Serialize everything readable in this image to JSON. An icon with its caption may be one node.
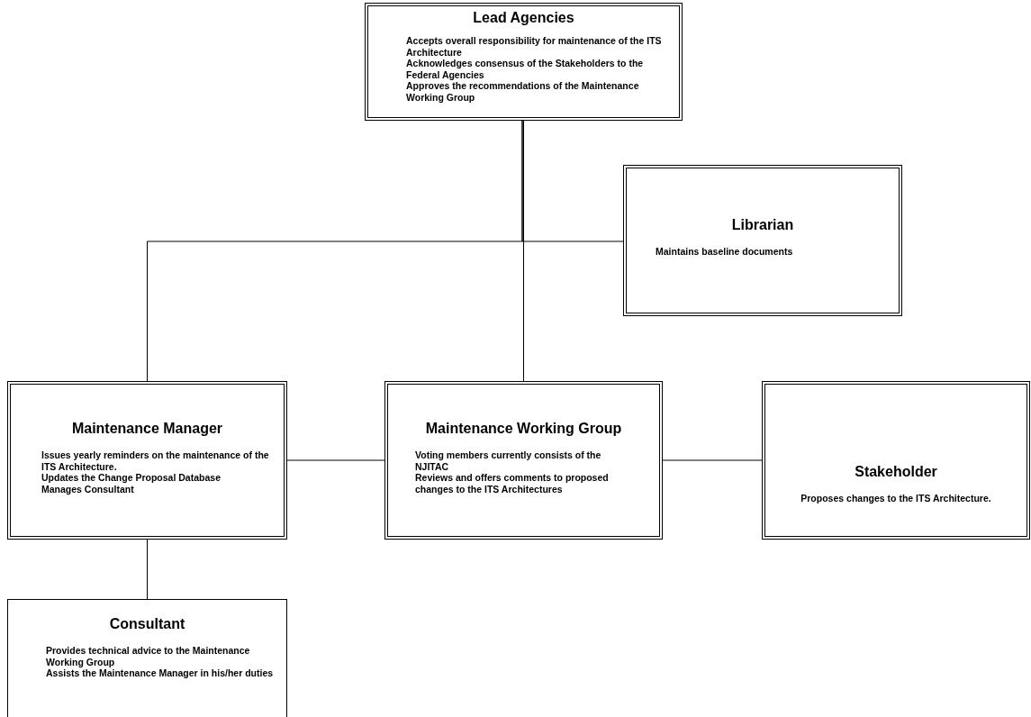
{
  "diagram": {
    "nodes": [
      {
        "text": [
          "Lead Agencies",
          "Accepts overall responsibility for maintenance of the ITS Architecture",
          "Acknowledges consensus of the Stakeholders to the Federal Agencies",
          "Approves the recommendations of the  Maintenance Working Group"
        ]
      },
      {
        "text": [
          "Librarian",
          "Maintains baseline documents"
        ]
      },
      {
        "text": [
          "Maintenance Manager",
          "Issues yearly reminders on the maintenance of the ITS Architecture.",
          "Updates the Change Proposal Database",
          "Manages Consultant"
        ]
      },
      {
        "text": [
          "Maintenance Working Group",
          "Voting members currently consists of the NJITAC",
          "Reviews and offers comments to proposed changes to the ITS Architectures"
        ]
      },
      {
        "text": [
          "Stakeholder",
          "Proposes changes to the ITS Architecture."
        ]
      },
      {
        "text": [
          "Consultant",
          "Provides technical advice to the Maintenance Working Group",
          "Assists the Maintenance Manager in his/her duties"
        ]
      }
    ],
    "edges": [
      {
        "from": 0,
        "to": 1,
        "arrow": "none"
      },
      {
        "from": 0,
        "to": 2,
        "arrow": "none"
      },
      {
        "from": 0,
        "to": 3,
        "arrow": "none"
      },
      {
        "from": 2,
        "to": 3,
        "arrow": "none"
      },
      {
        "from": 3,
        "to": 4,
        "arrow": "none"
      },
      {
        "from": 2,
        "to": 5,
        "arrow": "none"
      }
    ]
  }
}
